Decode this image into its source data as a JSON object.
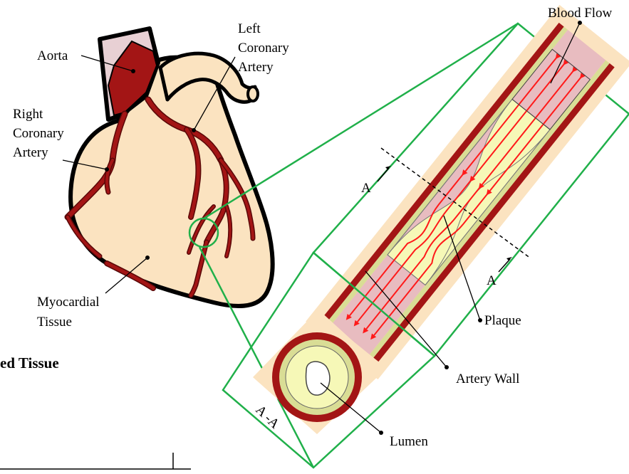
{
  "labels": {
    "aorta": "Aorta",
    "left_coronary_1": "Left",
    "left_coronary_2": "Coronary",
    "left_coronary_3": "Artery",
    "right_coronary_1": "Right",
    "right_coronary_2": "Coronary",
    "right_coronary_3": "Artery",
    "myocardial_1": "Myocardial",
    "myocardial_2": "Tissue",
    "blood_flow": "Blood Flow",
    "section_a_upper": "A",
    "section_a_lower": "A",
    "plaque": "Plaque",
    "artery_wall": "Artery Wall",
    "lumen": "Lumen",
    "section_aa": "A -A",
    "cut_off_text": "ed Tissue"
  },
  "colors": {
    "tissue": "#fbe3c0",
    "artery": "#a31515",
    "artery_dark": "#7a0d0d",
    "wall_band": "#d9dd95",
    "plaque": "#f6f8b7",
    "lumen_pink": "#e8bcc0",
    "aorta_pale": "#e8d0d4",
    "flow": "#ff1a1a",
    "zoom_outline": "#20b04a"
  }
}
